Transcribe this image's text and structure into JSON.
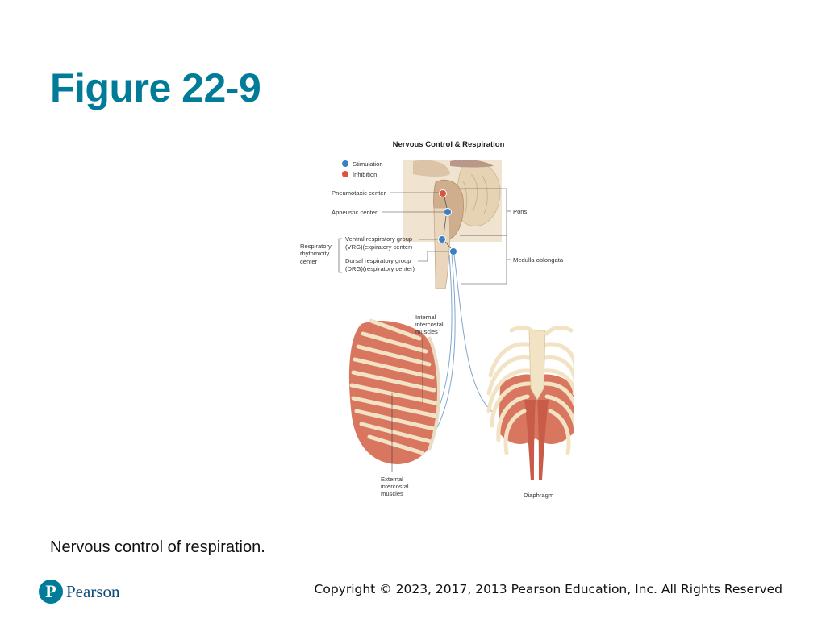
{
  "slide": {
    "title": "Figure 22-9",
    "caption": "Nervous control of respiration."
  },
  "figure": {
    "title": "Nervous Control & Respiration",
    "legend": {
      "stimulation": "Stimulation",
      "inhibition": "Inhibition"
    },
    "labels": {
      "pneumotaxic": "Pneumotaxic center",
      "apneustic": "Apneustic center",
      "rhythmicity": [
        "Respiratory",
        "rhythmicity",
        "center"
      ],
      "vrg": [
        "Ventral respiratory group",
        "(VRG)(expiratory center)"
      ],
      "drg": [
        "Dorsal respiratory group",
        "(DRG)(respiratory center)"
      ],
      "pons": "Pons",
      "medulla": "Medulla oblongata",
      "internal_intercostal": [
        "Internal",
        "intercostal",
        "muscles"
      ],
      "external_intercostal": [
        "External",
        "intercostal",
        "muscles"
      ],
      "diaphragm": "Diaphragm"
    },
    "colors": {
      "stimulation": "#3a7fc4",
      "inhibition": "#e0513c",
      "nerve": "#7fa7cc",
      "muscle": "#d9765f",
      "bone": "#f2e3c4"
    }
  },
  "footer": {
    "logo_letter": "P",
    "logo_text": "Pearson",
    "copyright": "Copyright © 2023, 2017, 2013 Pearson Education, Inc. All Rights Reserved"
  }
}
